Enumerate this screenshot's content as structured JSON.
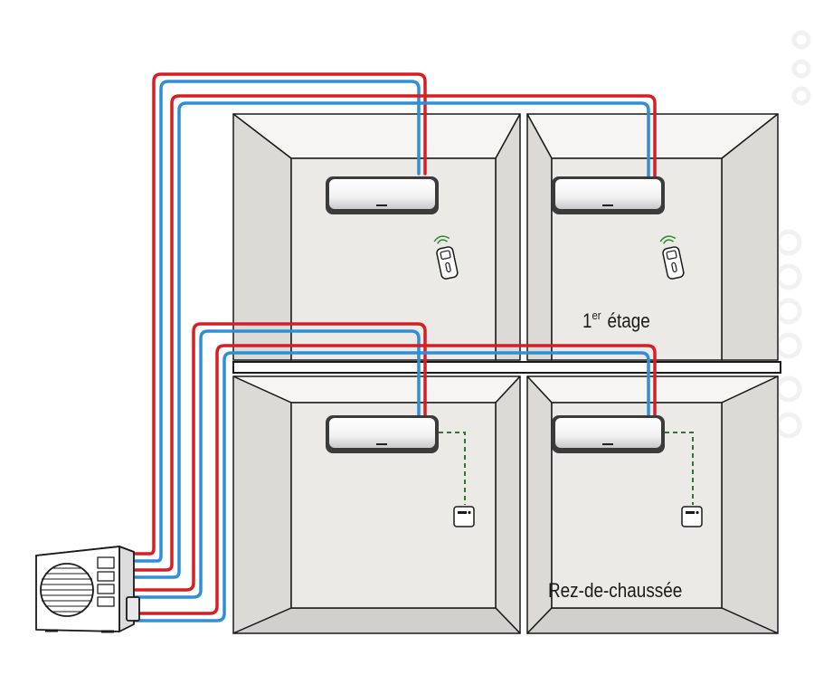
{
  "labels": {
    "floor1_num": "1",
    "floor1_sup": "er",
    "floor1_word": "étage",
    "ground": "Rez-de-chaussée"
  },
  "colors": {
    "hot_pipe": "#d81e24",
    "cold_pipe": "#2e8fd6",
    "wall": "#eceae7",
    "outline": "#1a1a1a",
    "control_wire": "#2b7a2b"
  },
  "icons": [
    "outdoor-unit-icon",
    "indoor-unit-icon",
    "remote-control-icon",
    "wall-thermostat-icon"
  ]
}
